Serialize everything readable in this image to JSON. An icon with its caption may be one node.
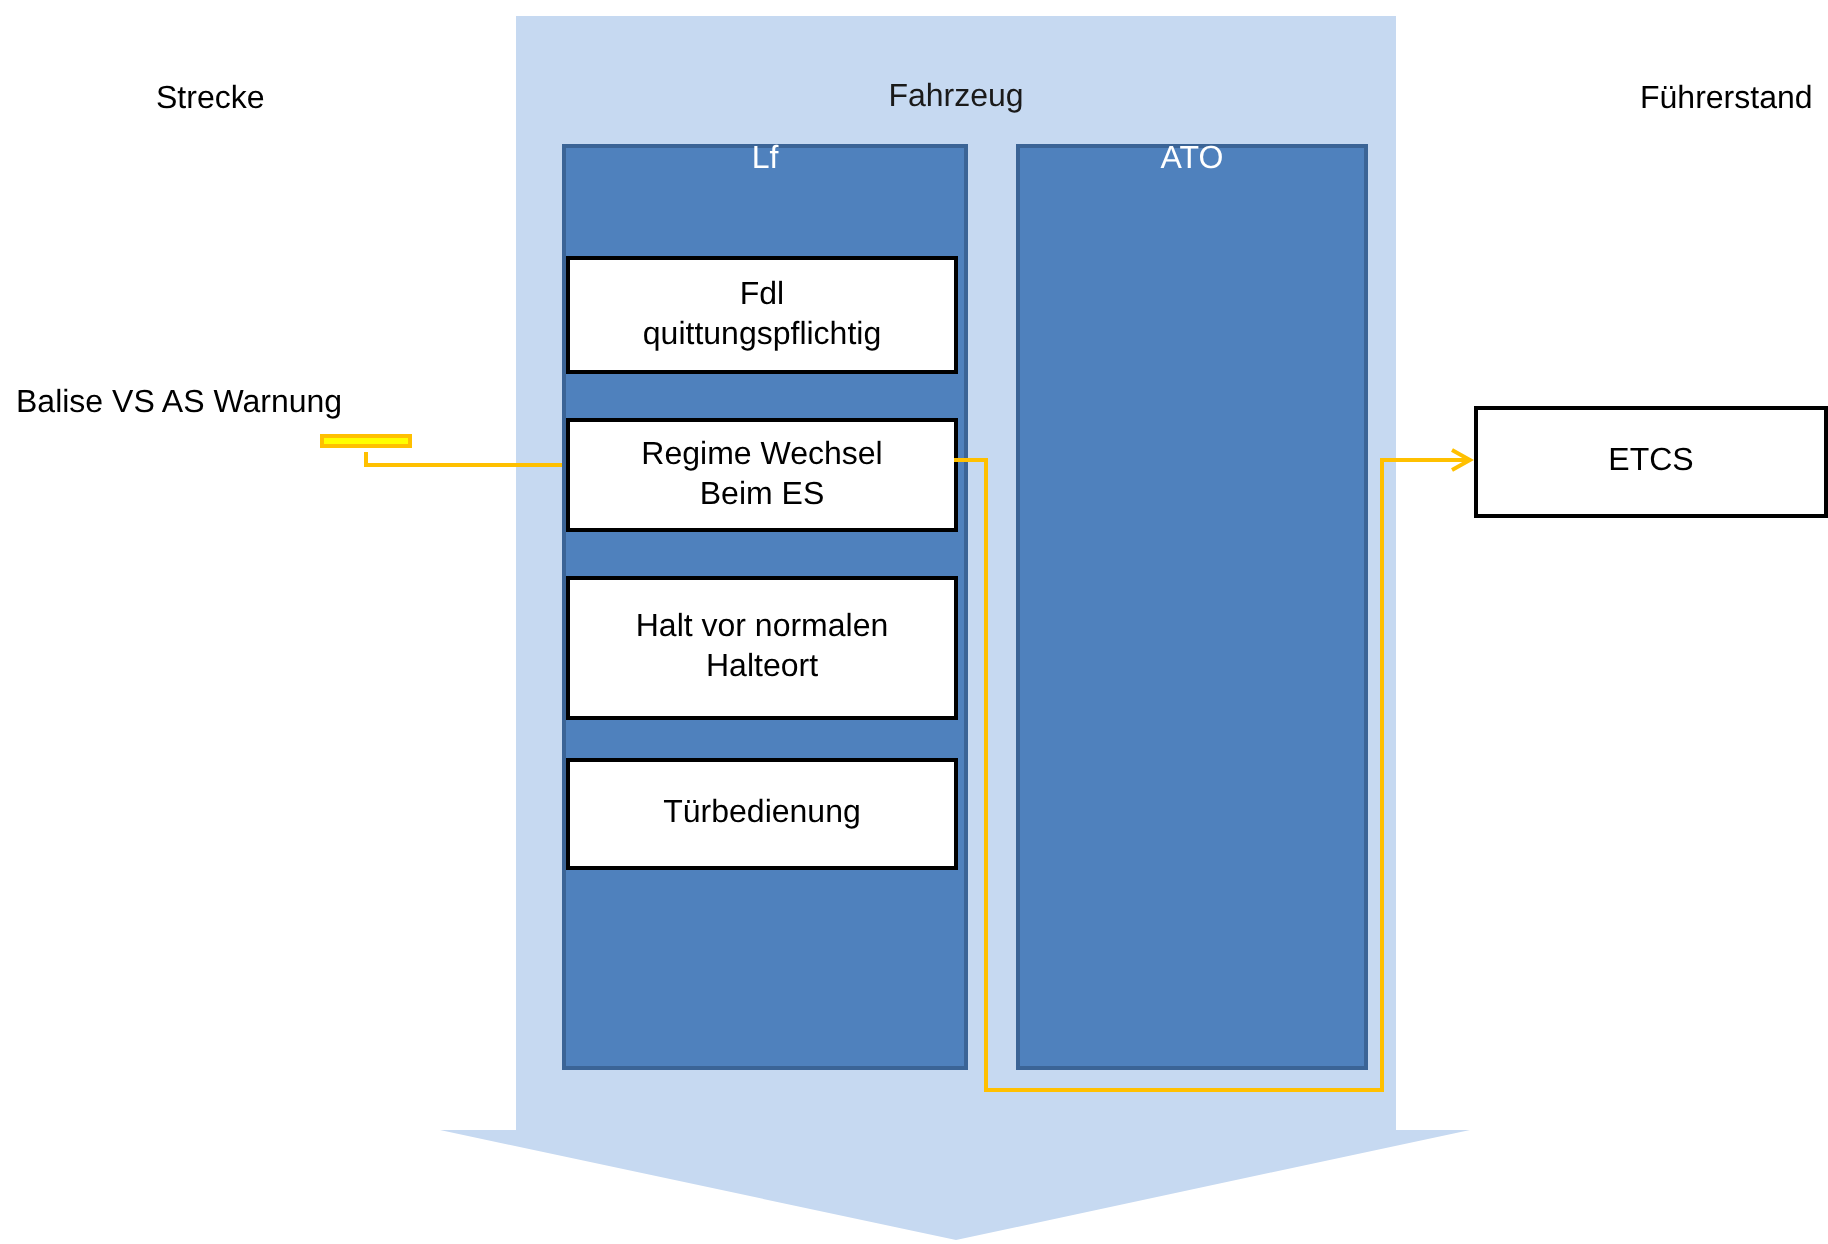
{
  "diagram": {
    "nodes": [
      {
        "text": [
          "Fahrzeug"
        ]
      },
      {
        "text": [
          "Lf"
        ],
        "in": 0
      },
      {
        "text": [
          "Fdl quittungspflichtig"
        ],
        "in": 1
      },
      {
        "text": [
          "Regime Wechsel Beim ES"
        ],
        "in": 1
      },
      {
        "text": [
          "Halt vor normalen Halteort"
        ],
        "in": 1
      },
      {
        "text": [
          "Türbedienung"
        ],
        "in": 1
      },
      {
        "text": [
          "ATO"
        ],
        "in": 0
      },
      {
        "text": [
          "Balise VS AS Warnung"
        ]
      },
      {
        "text": [
          "ETCS"
        ]
      }
    ],
    "edges": [
      {
        "from": 7,
        "to": 3,
        "arrow": "none"
      },
      {
        "from": 3,
        "to": 8,
        "arrow": "to"
      }
    ],
    "labels": [
      "Strecke",
      "Führerstand"
    ]
  }
}
